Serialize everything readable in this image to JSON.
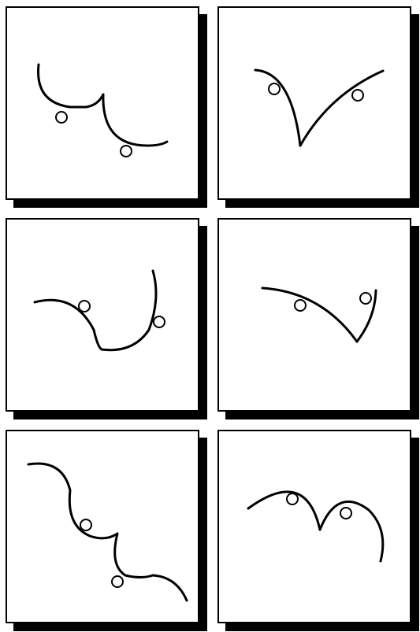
{
  "figure": {
    "panels": [
      {
        "id": 1,
        "strokes": 2,
        "rings": 2
      },
      {
        "id": 2,
        "strokes": 2,
        "rings": 2
      },
      {
        "id": 3,
        "strokes": 2,
        "rings": 2
      },
      {
        "id": 4,
        "strokes": 2,
        "rings": 2
      },
      {
        "id": 5,
        "strokes": 3,
        "rings": 2
      },
      {
        "id": 6,
        "strokes": 2,
        "rings": 2
      }
    ],
    "colors": {
      "ink": "#000000",
      "paper": "#ffffff",
      "shadow": "#000000"
    }
  }
}
